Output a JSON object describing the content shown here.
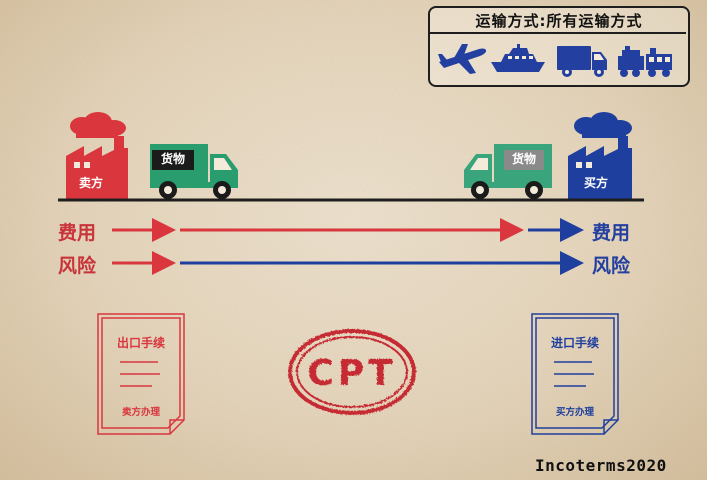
{
  "legend": {
    "title": "运输方式:所有运输方式",
    "icons": [
      "airplane-icon",
      "ship-icon",
      "truck-icon",
      "train-icon"
    ]
  },
  "seller": {
    "label": "卖方",
    "cargo_label": "货物"
  },
  "buyer": {
    "label": "买方",
    "cargo_label": "货物"
  },
  "rows": {
    "cost": {
      "left_label": "费用",
      "right_label": "费用"
    },
    "risk": {
      "left_label": "风险",
      "right_label": "风险"
    }
  },
  "export_doc": {
    "title": "出口手续",
    "footer": "卖方办理"
  },
  "import_doc": {
    "title": "进口手续",
    "footer": "买方办理"
  },
  "stamp": {
    "text": "CPT"
  },
  "brand": "Incoterms2020",
  "colors": {
    "seller_red": "#d9363e",
    "buyer_blue": "#1f3f9e",
    "truck_green": "#2a9d6e",
    "line_dark": "#1e1e1e"
  }
}
